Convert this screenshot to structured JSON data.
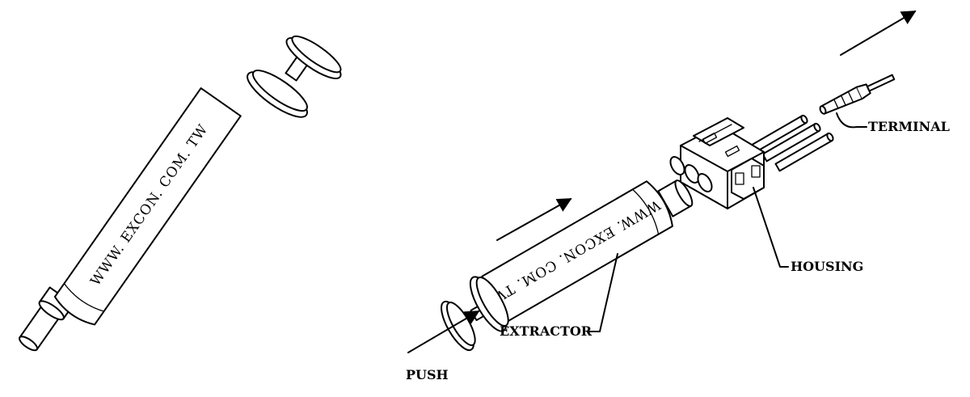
{
  "left_tool": {
    "barrel_text": "WWW. EXCON. COM. TW"
  },
  "right_tool": {
    "barrel_text": "WWW. EXCON. COM. TW"
  },
  "labels": {
    "terminal": "TERMINAL",
    "housing": "HOUSING",
    "extractor": "EXTRACTOR",
    "push": "PUSH"
  }
}
